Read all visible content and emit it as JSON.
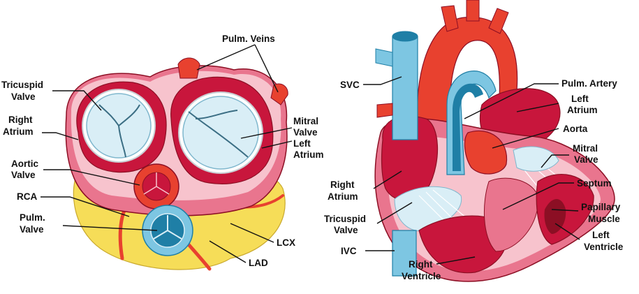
{
  "left_diagram": {
    "labels": {
      "pulm_veins": "Pulm. Veins",
      "tricuspid": [
        "Tricuspid",
        "Valve"
      ],
      "right_atrium": [
        "Right",
        "Atrium"
      ],
      "aortic": [
        "Aortic",
        "Valve"
      ],
      "rca": "RCA",
      "pulm_valve": [
        "Pulm.",
        "Valve"
      ],
      "mitral": [
        "Mitral",
        "Valve"
      ],
      "left_atrium": [
        "Left",
        "Atrium"
      ],
      "lcx": "LCX",
      "lad": "LAD"
    }
  },
  "right_diagram": {
    "labels": {
      "svc": "SVC",
      "pulm_artery": "Pulm. Artery",
      "left_atrium": [
        "Left",
        "Atrium"
      ],
      "aorta": "Aorta",
      "mitral": [
        "Mitral",
        "Valve"
      ],
      "septum": "Septum",
      "papillary": [
        "Papillary",
        "Muscle"
      ],
      "left_ventricle": [
        "Left",
        "Ventricle"
      ],
      "right_atrium": [
        "Right",
        "Atrium"
      ],
      "tricuspid": [
        "Tricuspid",
        "Valve"
      ],
      "ivc": "IVC",
      "right_ventricle": [
        "Right",
        "Ventricle"
      ]
    }
  },
  "colors": {
    "muscle_red": "#c8163c",
    "muscle_pink": "#e9758e",
    "light_pink": "#f7c3cd",
    "vessel_blue": "#7dc6e2",
    "deep_blue": "#1f7fa6",
    "valve_light": "#d9eef6",
    "fat_yellow": "#f6dd58",
    "artery_red": "#e8412f",
    "dark_red": "#8c0f24"
  }
}
